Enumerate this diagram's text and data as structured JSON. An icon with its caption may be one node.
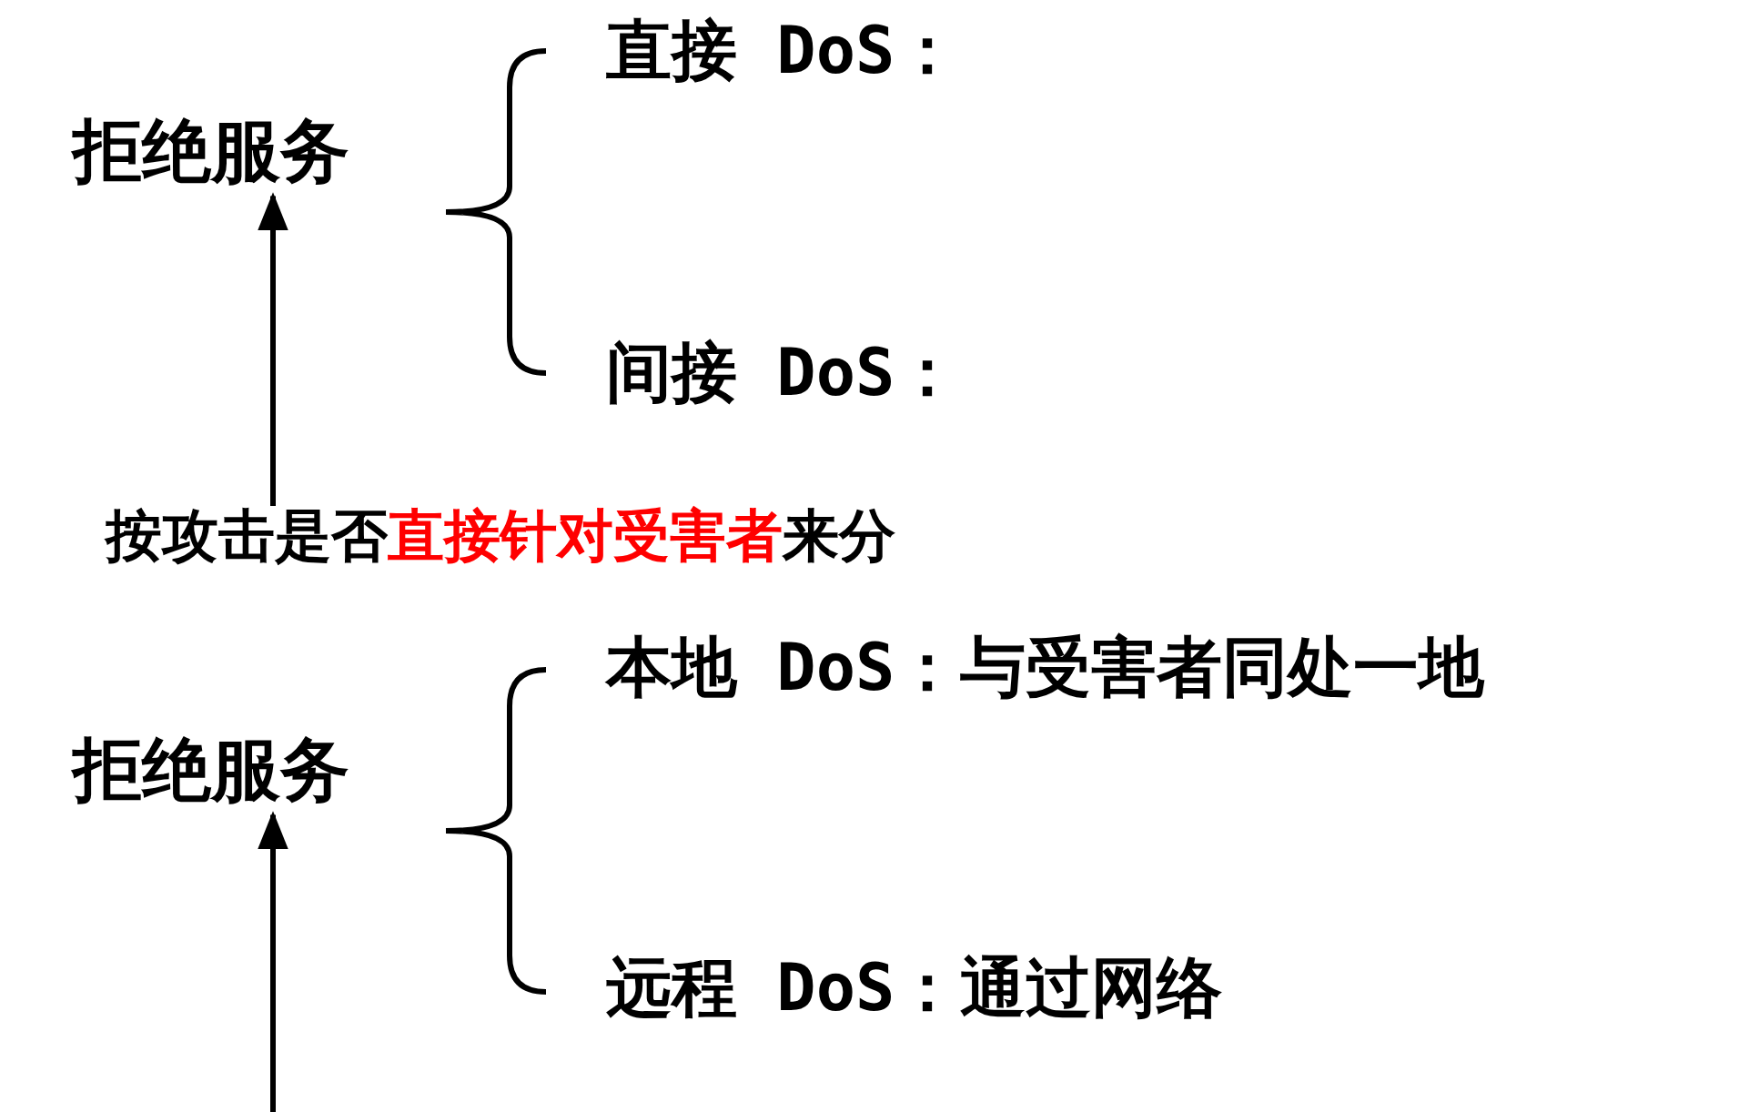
{
  "diagram": {
    "nodes": [
      {
        "text": [
          "拒绝服务"
        ]
      },
      {
        "text": [
          "直接 DoS："
        ]
      },
      {
        "text": [
          "间接 DoS："
        ]
      },
      {
        "text": [
          "按攻击是否**直接针对受害者**来分"
        ]
      },
      {
        "text": [
          "拒绝服务"
        ]
      },
      {
        "text": [
          "本地 DoS：与受害者同处一地"
        ]
      },
      {
        "text": [
          "远程 DoS：通过网络"
        ]
      }
    ],
    "edges": [
      {
        "from": 3,
        "to": 0,
        "arrow": "to"
      },
      {
        "from": null,
        "to": 4,
        "arrow": "to"
      }
    ]
  }
}
